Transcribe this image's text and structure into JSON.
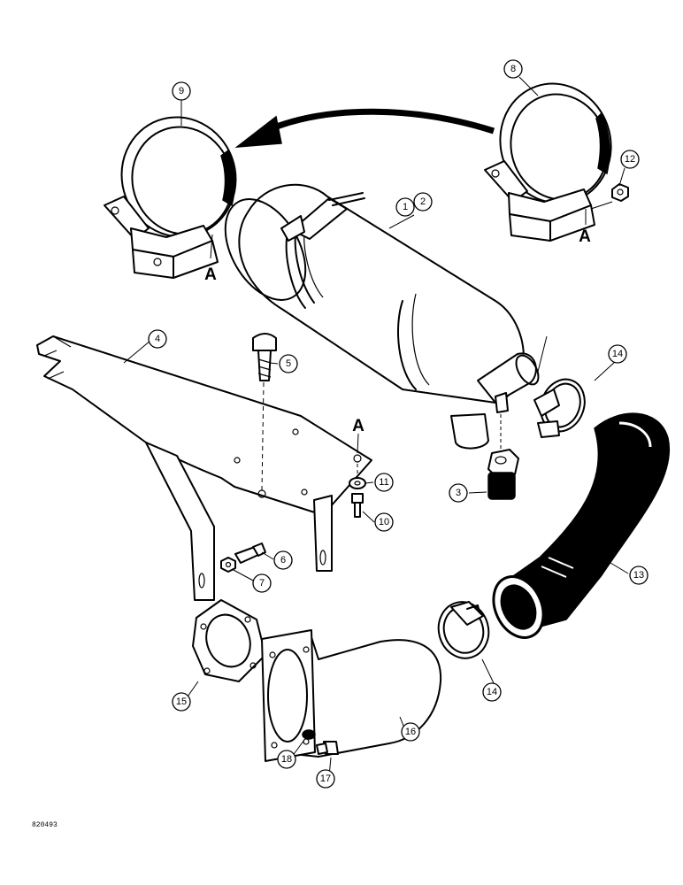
{
  "diagram": {
    "callouts": [
      {
        "id": "c1",
        "label": "1"
      },
      {
        "id": "c2",
        "label": "2"
      },
      {
        "id": "c3",
        "label": "3"
      },
      {
        "id": "c4",
        "label": "4"
      },
      {
        "id": "c5",
        "label": "5"
      },
      {
        "id": "c6",
        "label": "6"
      },
      {
        "id": "c7",
        "label": "7"
      },
      {
        "id": "c8",
        "label": "8"
      },
      {
        "id": "c9",
        "label": "9"
      },
      {
        "id": "c10",
        "label": "10"
      },
      {
        "id": "c11",
        "label": "11"
      },
      {
        "id": "c12",
        "label": "12"
      },
      {
        "id": "c13",
        "label": "13"
      },
      {
        "id": "c14a",
        "label": "14"
      },
      {
        "id": "c14b",
        "label": "14"
      },
      {
        "id": "c15",
        "label": "15"
      },
      {
        "id": "c16",
        "label": "16"
      },
      {
        "id": "c17",
        "label": "17"
      },
      {
        "id": "c18",
        "label": "18"
      }
    ],
    "reference_letters": [
      "A",
      "A",
      "A"
    ],
    "figure_code": "820493"
  }
}
